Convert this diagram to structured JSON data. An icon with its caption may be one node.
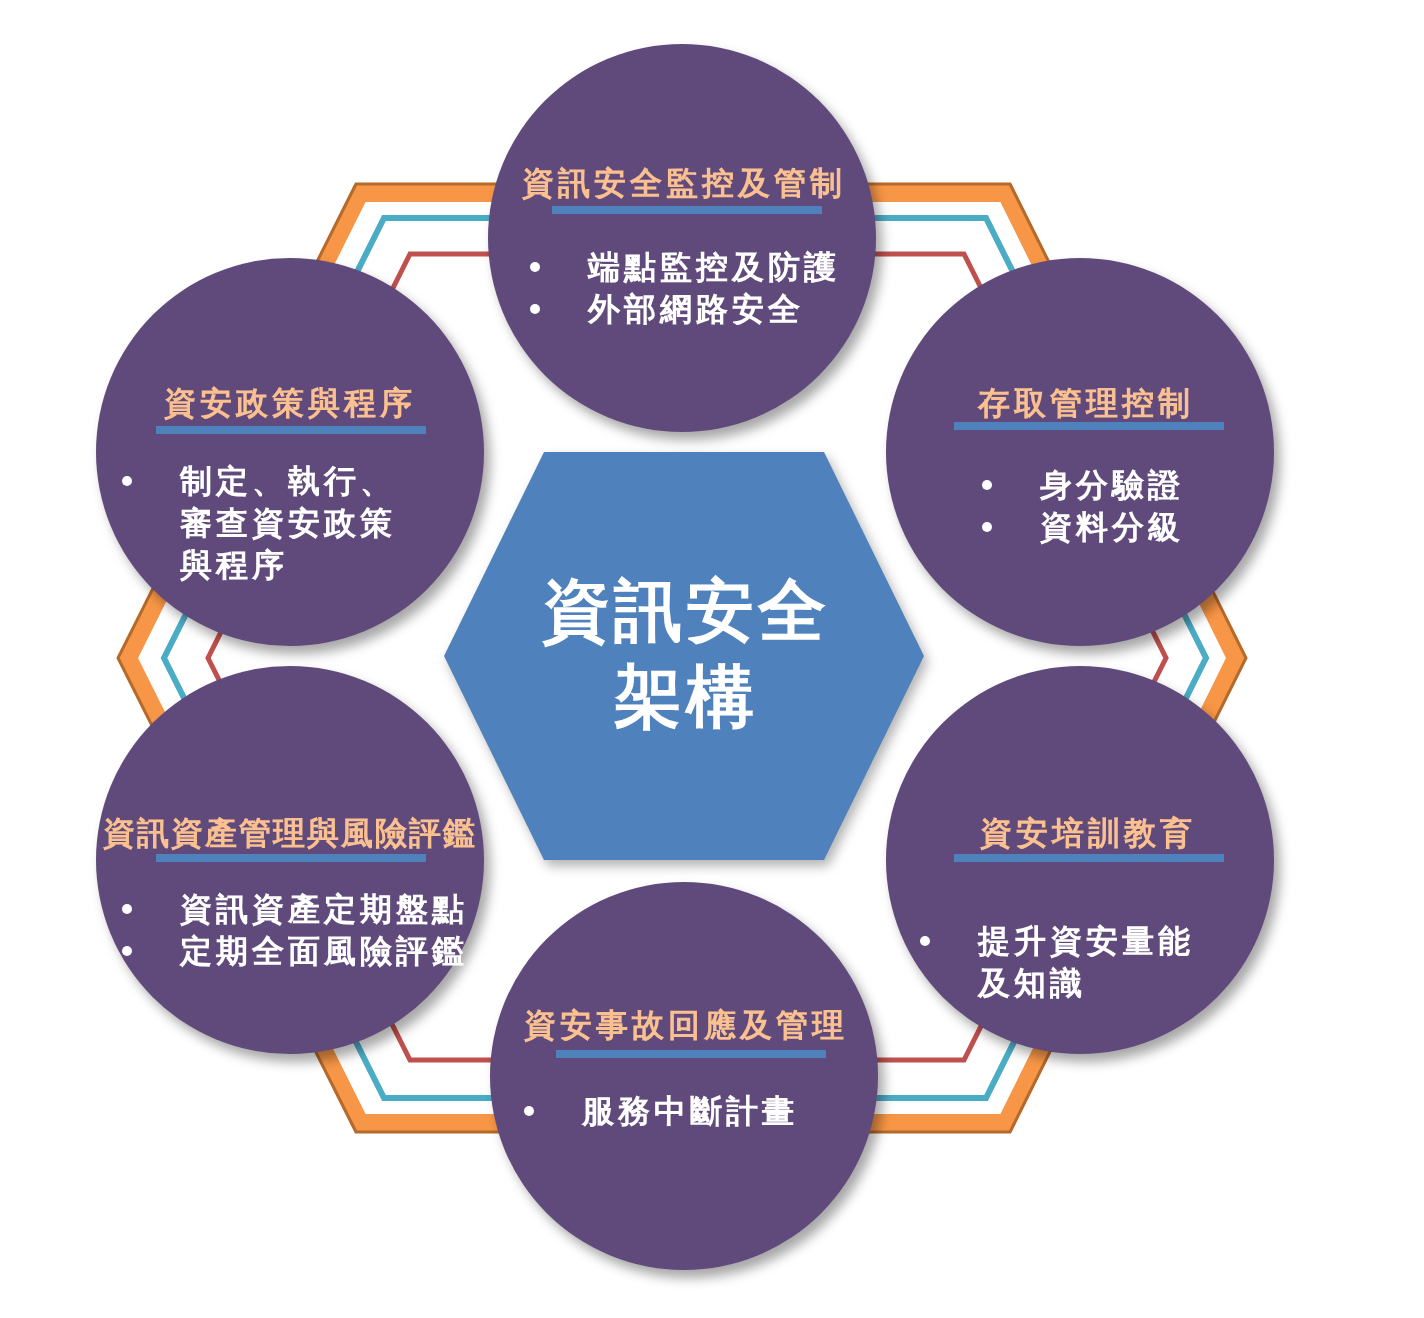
{
  "diagram": {
    "nodes": [
      {
        "text": [
          "資訊安全架構"
        ]
      },
      {
        "text": [
          "資訊安全監控及管制",
          "端點監控及防護",
          "外部網路安全"
        ]
      },
      {
        "text": [
          "資安政策與程序",
          "制定、執行、審查資安政策與程序"
        ]
      },
      {
        "text": [
          "存取管理控制",
          "身分驗證",
          "資料分級"
        ]
      },
      {
        "text": [
          "資訊資產管理與風險評鑑",
          "資訊資產定期盤點",
          "定期全面風險評鑑"
        ]
      },
      {
        "text": [
          "資安培訓教育",
          "提升資安量能及知識"
        ]
      },
      {
        "text": [
          "資安事故回應及管理",
          "服務中斷計畫"
        ]
      }
    ]
  }
}
